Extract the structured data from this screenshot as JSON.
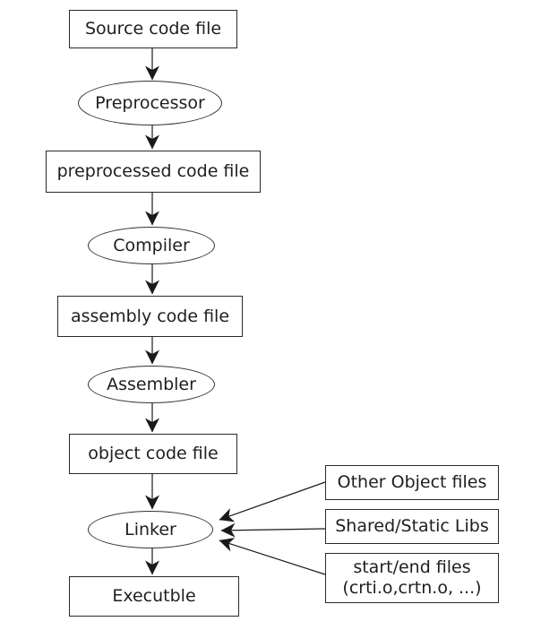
{
  "colors": {
    "ink": "#1e1e1e",
    "line": "#1a1a1a",
    "background": "#ffffff"
  },
  "nodes": {
    "source": {
      "label": "Source code file",
      "shape": "rect"
    },
    "preprocessor": {
      "label": "Preprocessor",
      "shape": "ellipse"
    },
    "preprocessed": {
      "label": "preprocessed code file",
      "shape": "rect"
    },
    "compiler": {
      "label": "Compiler",
      "shape": "ellipse"
    },
    "assembly": {
      "label": "assembly code file",
      "shape": "rect"
    },
    "assembler": {
      "label": "Assembler",
      "shape": "ellipse"
    },
    "object": {
      "label": "object code file",
      "shape": "rect"
    },
    "linker": {
      "label": "Linker",
      "shape": "ellipse"
    },
    "executable": {
      "label": "Executble",
      "shape": "rect"
    },
    "other_objects": {
      "label": "Other Object files",
      "shape": "rect"
    },
    "shared_libs": {
      "label": "Shared/Static Libs",
      "shape": "rect"
    },
    "start_end": {
      "label_line1": "start/end files",
      "label_line2": "(crti.o,crtn.o, ...)",
      "shape": "rect"
    }
  },
  "edges": [
    {
      "from": "source",
      "to": "preprocessor"
    },
    {
      "from": "preprocessor",
      "to": "preprocessed"
    },
    {
      "from": "preprocessed",
      "to": "compiler"
    },
    {
      "from": "compiler",
      "to": "assembly"
    },
    {
      "from": "assembly",
      "to": "assembler"
    },
    {
      "from": "assembler",
      "to": "object"
    },
    {
      "from": "object",
      "to": "linker"
    },
    {
      "from": "linker",
      "to": "executable"
    },
    {
      "from": "other_objects",
      "to": "linker"
    },
    {
      "from": "shared_libs",
      "to": "linker"
    },
    {
      "from": "start_end",
      "to": "linker"
    }
  ]
}
